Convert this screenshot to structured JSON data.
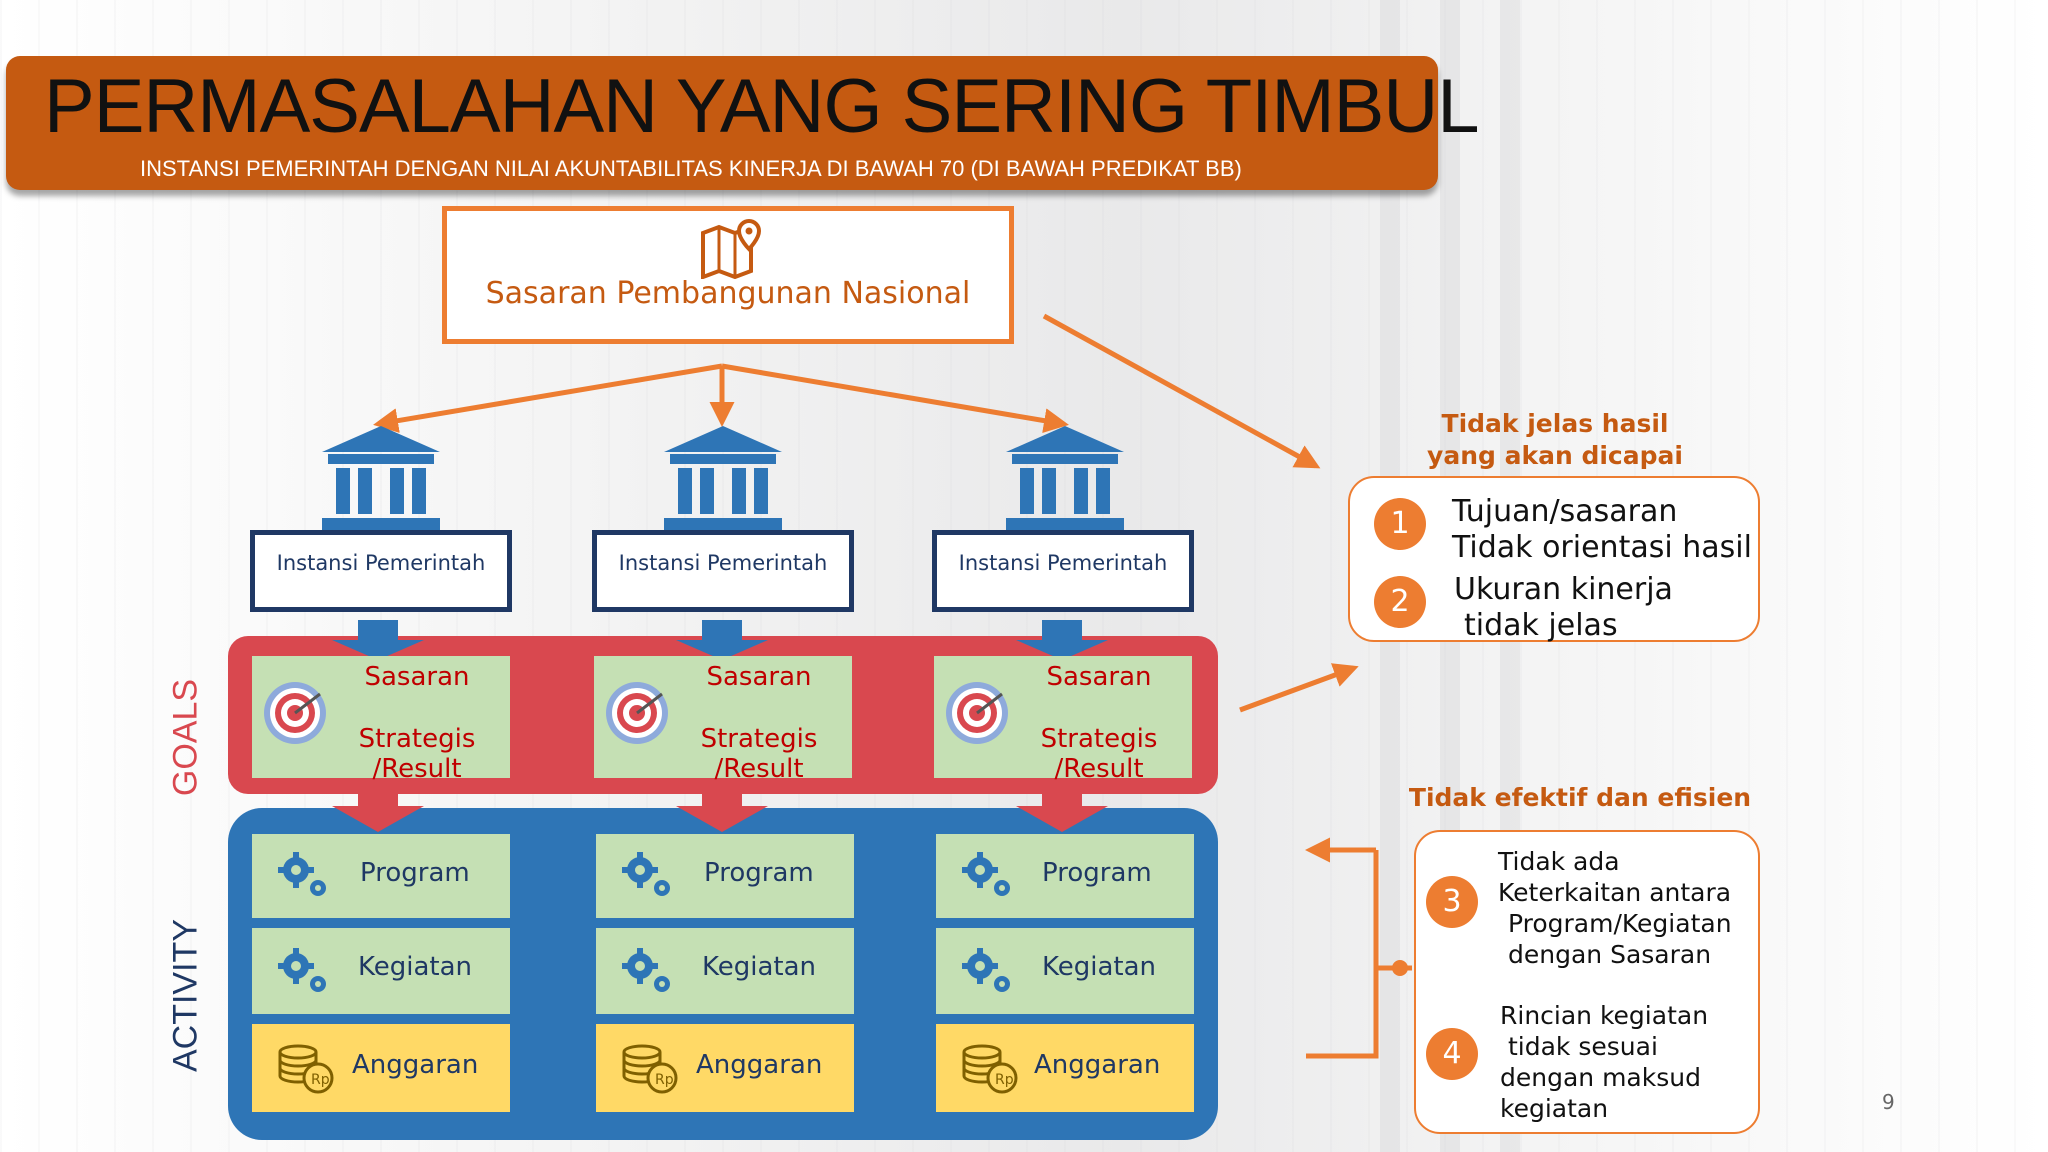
{
  "title": {
    "main": "PERMASALAHAN YANG SERING TIMBUL",
    "subtitle": "INSTANSI PEMERINTAH DENGAN NILAI AKUNTABILITAS KINERJA DI BAWAH 70 (DI BAWAH PREDIKAT BB)"
  },
  "top_node": {
    "label": "Sasaran Pembangunan Nasional",
    "icon": "map-icon"
  },
  "instansi": [
    {
      "label": "Instansi Pemerintah",
      "icon": "government-building-icon"
    },
    {
      "label": "Instansi Pemerintah",
      "icon": "government-building-icon"
    },
    {
      "label": "Instansi Pemerintah",
      "icon": "government-building-icon"
    }
  ],
  "bands": {
    "goals_label": "GOALS",
    "activity_label": "ACTIVITY"
  },
  "columns": [
    {
      "sasaran_line1": "Sasaran",
      "sasaran_line2": "Strategis",
      "sasaran_line3": "/Result",
      "program": "Program",
      "kegiatan": "Kegiatan",
      "anggaran": "Anggaran"
    },
    {
      "sasaran_line1": "Sasaran",
      "sasaran_line2": "Strategis",
      "sasaran_line3": "/Result",
      "program": "Program",
      "kegiatan": "Kegiatan",
      "anggaran": "Anggaran"
    },
    {
      "sasaran_line1": "Sasaran",
      "sasaran_line2": "Strategis",
      "sasaran_line3": "/Result",
      "program": "Program",
      "kegiatan": "Kegiatan",
      "anggaran": "Anggaran"
    }
  ],
  "issues_goals": {
    "heading_line1": "Tidak jelas hasil",
    "heading_line2": "yang akan dicapai",
    "items": [
      {
        "number": "1",
        "line1": "Tujuan/sasaran",
        "line2": "Tidak orientasi hasil"
      },
      {
        "number": "2",
        "line1": "Ukuran kinerja",
        "line2": "tidak jelas"
      }
    ]
  },
  "issues_activity": {
    "heading": "Tidak efektif dan efisien",
    "items": [
      {
        "number": "3",
        "line1": "Tidak ada",
        "line2": "Keterkaitan antara",
        "line3": "Program/Kegiatan",
        "line4": "dengan Sasaran"
      },
      {
        "number": "4",
        "line1": "Rincian kegiatan",
        "line2": "tidak sesuai",
        "line3": "dengan maksud",
        "line4": "kegiatan"
      }
    ]
  },
  "page_number": "9",
  "colors": {
    "orange": "#ed7d31",
    "title_bar": "#c55a11",
    "navy": "#1f3864",
    "goals_red": "#d9484f",
    "activity_blue": "#2e75b6",
    "green_cell": "#c5e0b4",
    "yellow_cell": "#ffd966"
  }
}
